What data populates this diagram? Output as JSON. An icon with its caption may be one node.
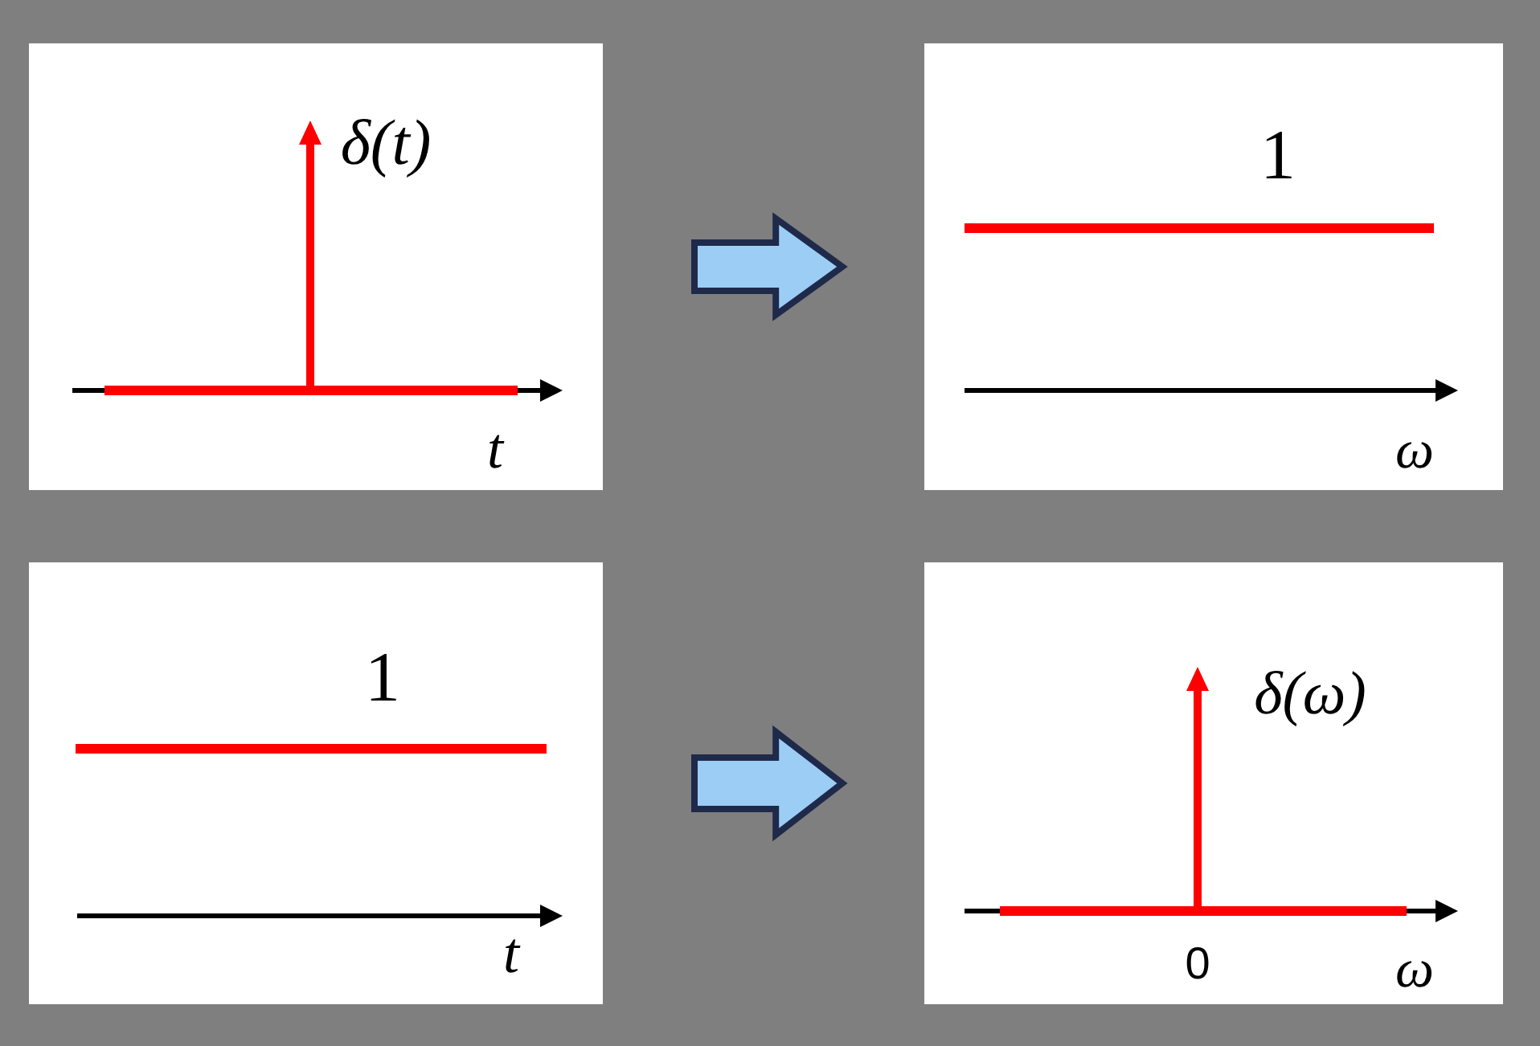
{
  "diagram": {
    "nodes": [
      {
        "text": [
          "δ(t)",
          "t"
        ]
      },
      {
        "text": [
          "1",
          "ω"
        ]
      },
      {
        "text": [
          "1",
          "t"
        ]
      },
      {
        "text": [
          "δ(ω)",
          "0",
          "ω"
        ]
      }
    ],
    "edges": [
      {
        "from": 0,
        "to": 1,
        "arrow": "to"
      },
      {
        "from": 2,
        "to": 3,
        "arrow": "to"
      }
    ]
  }
}
